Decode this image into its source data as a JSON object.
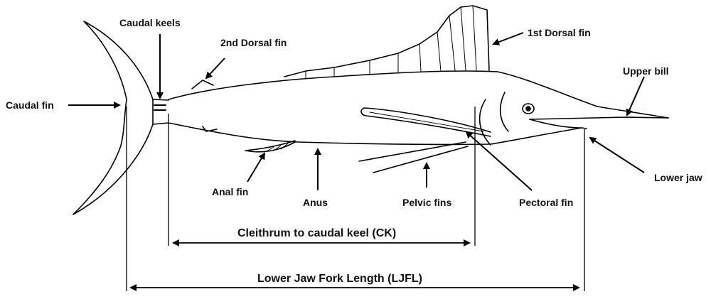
{
  "labels": {
    "caudal_keels": "Caudal keels",
    "second_dorsal_fin": "2nd Dorsal fin",
    "first_dorsal_fin": "1st Dorsal fin",
    "upper_bill": "Upper bill",
    "caudal_fin": "Caudal fin",
    "lower_jaw": "Lower jaw",
    "anal_fin": "Anal fin",
    "anus": "Anus",
    "pelvic_fins": "Pelvic fins",
    "pectoral_fin": "Pectoral fin"
  },
  "measurements": {
    "ck": "Cleithrum to caudal keel (CK)",
    "ljfl": "Lower Jaw Fork Length (LJFL)"
  }
}
